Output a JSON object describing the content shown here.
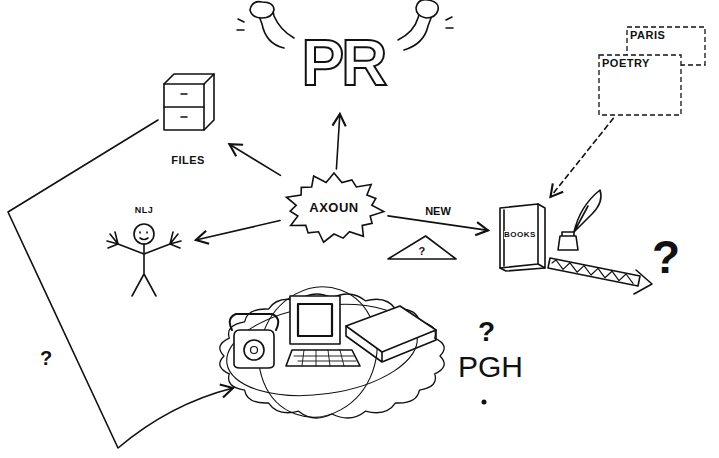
{
  "diagram": {
    "nodes": [
      {
        "text": [
          "PR"
        ]
      },
      {
        "text": [
          "PARIS"
        ]
      },
      {
        "text": [
          "POETRY"
        ]
      },
      {
        "text": [
          "FILES"
        ]
      },
      {
        "text": [
          "AXOUN"
        ]
      },
      {
        "text": [
          "NLJ"
        ]
      },
      {
        "text": [
          "?"
        ]
      },
      {
        "text": [
          "BOOKS"
        ]
      }
    ],
    "edges": [
      {
        "from": 4,
        "to": 3,
        "arrow": "to"
      },
      {
        "from": 4,
        "to": 0,
        "arrow": "to"
      },
      {
        "from": 4,
        "to": 5,
        "arrow": "to"
      },
      {
        "from": 4,
        "to": 7,
        "label": "NEW",
        "arrow": "to"
      },
      {
        "from": 2,
        "to": 7,
        "arrow": "to"
      }
    ],
    "labels": [
      "?",
      "?",
      "PGH",
      "?"
    ]
  }
}
